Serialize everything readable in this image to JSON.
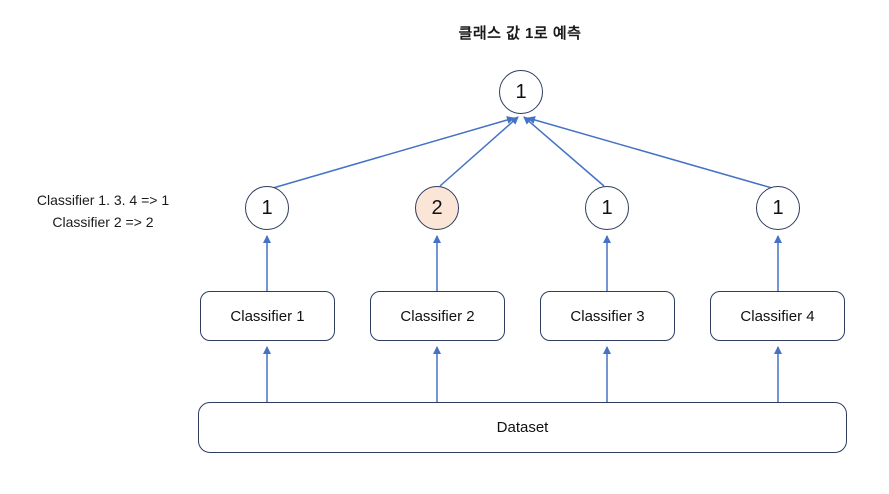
{
  "title": "클래스 값 1로 예측",
  "annotation": {
    "line1": "Classifier 1. 3. 4  =>  1",
    "line2": "Classifier 2  =>  2"
  },
  "diagram": {
    "final_node": {
      "label": "1"
    },
    "vote_nodes": [
      {
        "label": "1",
        "highlight": false
      },
      {
        "label": "2",
        "highlight": true
      },
      {
        "label": "1",
        "highlight": false
      },
      {
        "label": "1",
        "highlight": false
      }
    ],
    "classifiers": [
      {
        "label": "Classifier 1"
      },
      {
        "label": "Classifier 2"
      },
      {
        "label": "Classifier 3"
      },
      {
        "label": "Classifier 4"
      }
    ],
    "dataset": {
      "label": "Dataset"
    }
  },
  "colors": {
    "arrow": "#4472C4",
    "shape_border": "#2E3C5E",
    "highlight_fill": "#FBE5D6"
  }
}
